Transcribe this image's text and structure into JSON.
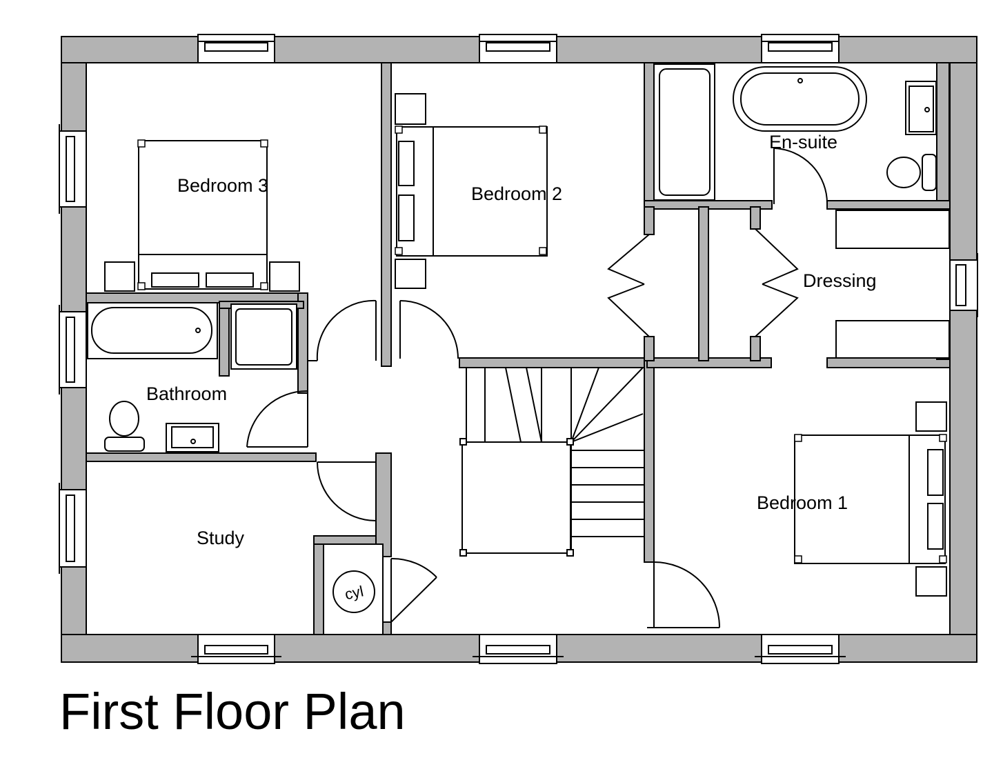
{
  "title": "First Floor Plan",
  "rooms": {
    "bedroom3": "Bedroom 3",
    "bedroom2": "Bedroom 2",
    "ensuite": "En-suite",
    "dressing": "Dressing",
    "bathroom": "Bathroom",
    "study": "Study",
    "bedroom1": "Bedroom 1",
    "cylinder": "cyl"
  },
  "colors": {
    "external_wall": "#b3b3b3",
    "internal_wall": "#b3b3b3",
    "line": "#000000",
    "background": "#ffffff"
  }
}
